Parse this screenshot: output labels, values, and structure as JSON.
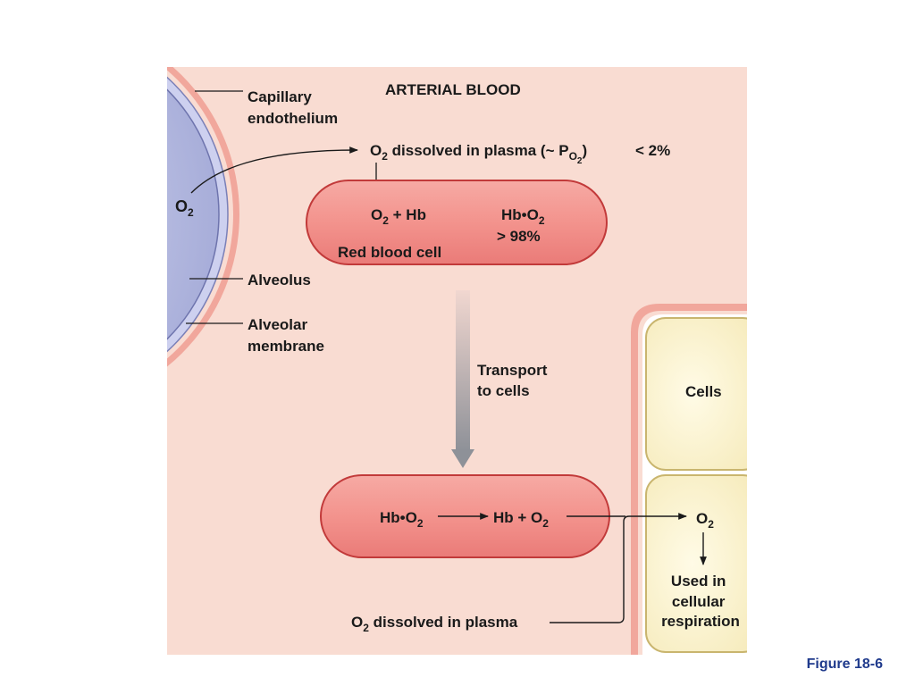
{
  "figure": {
    "caption": "Figure 18-6",
    "title": "ARTERIAL BLOOD",
    "labels": {
      "capillary_endothelium_line1": "Capillary",
      "capillary_endothelium_line2": "endothelium",
      "alveolus": "Alveolus",
      "alveolar_membrane_line1": "Alveolar",
      "alveolar_membrane_line2": "membrane",
      "o2_alveolus": "O",
      "o2_alveolus_sub": "2",
      "dissolved_top_o": "O",
      "dissolved_top_o_sub": "2",
      "dissolved_top_text": " dissolved in plasma (~ P",
      "dissolved_top_po_sub": "O",
      "dissolved_top_po_sub2": "2",
      "dissolved_top_close": ")",
      "dissolved_top_pct": "< 2%",
      "rbc_top_o": "O",
      "rbc_top_o_sub": "2",
      "rbc_top_hb": " + Hb",
      "rbc_top_hbo": "Hb•O",
      "rbc_top_hbo_sub": "2",
      "rbc_top_pct": "> 98%",
      "red_blood_cell": "Red blood cell",
      "transport_line1": "Transport",
      "transport_line2": "to cells",
      "cells": "Cells",
      "rbc_bottom_hbo": "Hb•O",
      "rbc_bottom_hbo_sub": "2",
      "rbc_bottom_hb": "Hb + O",
      "rbc_bottom_hb_sub": "2",
      "o2_cell": "O",
      "o2_cell_sub": "2",
      "used_line1": "Used in",
      "used_line2": "cellular",
      "used_line3": "respiration",
      "dissolved_bottom_o": "O",
      "dissolved_bottom_o_sub": "2",
      "dissolved_bottom_text": " dissolved in plasma"
    },
    "colors": {
      "blood_bg": "#f9dcd2",
      "rbc_fill": "#f08b86",
      "rbc_stroke": "#c23a3a",
      "alveolus_fill": "#b8bde6",
      "cell_fill": "#fdf6d2",
      "cell_stroke": "#c9b56e",
      "caption": "#1f3a8c"
    }
  }
}
